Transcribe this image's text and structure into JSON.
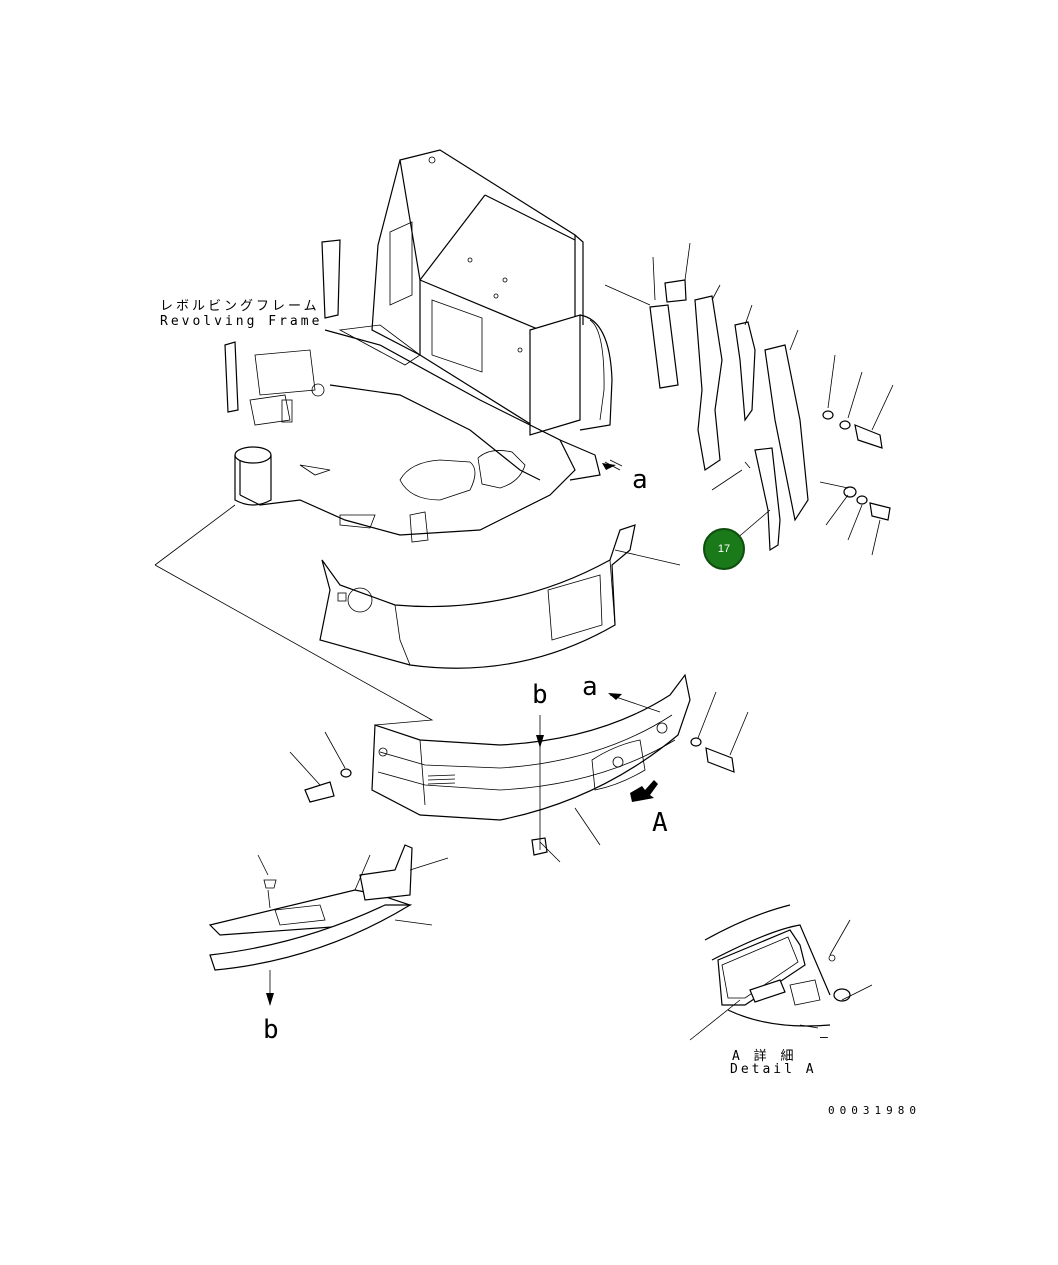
{
  "labels": {
    "revolving_frame_jp": "レボルビングフレーム",
    "revolving_frame_en": "Revolving Frame",
    "view_a_upper": "a",
    "view_a_lower": "a",
    "view_b_upper": "b",
    "view_b_lower": "b",
    "view_A": "A",
    "detail_jp": "A 詳 細",
    "detail_en": "Detail A",
    "detail_dash": "–",
    "drawing_number": "00031980"
  },
  "callouts": [
    {
      "number": "17",
      "color": "#1a7a1a"
    }
  ],
  "colors": {
    "line": "#000000",
    "callout_fill": "#1a7a1a",
    "callout_border": "#0d4d0d"
  }
}
